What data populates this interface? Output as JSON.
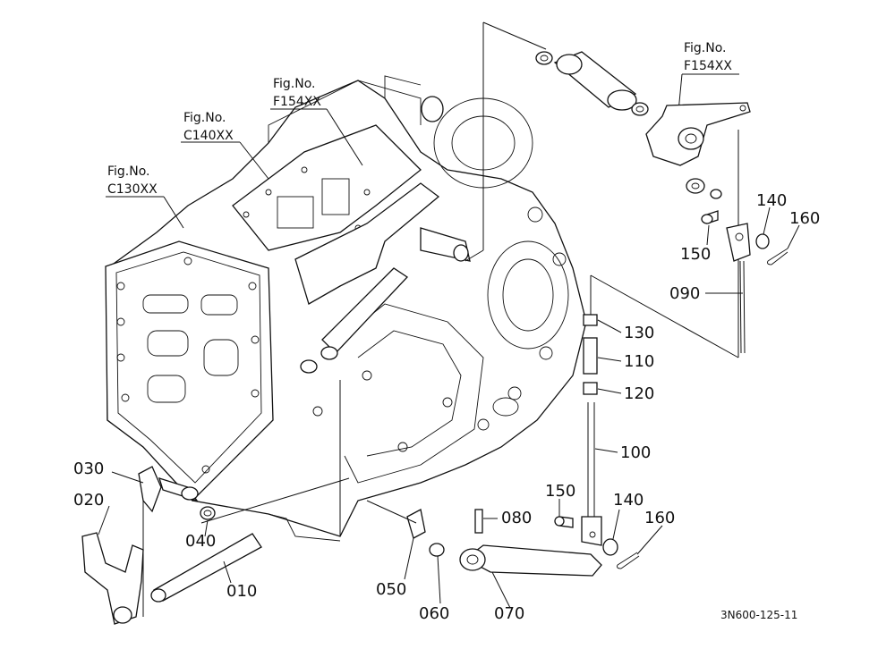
{
  "fig_refs": [
    {
      "line1": "Fig.No.",
      "line2": "C130XX"
    },
    {
      "line1": "Fig.No.",
      "line2": "C140XX"
    },
    {
      "line1": "Fig.No.",
      "line2": "F154XX"
    },
    {
      "line1": "Fig.No.",
      "line2": "F154XX"
    }
  ],
  "part_labels": {
    "p010": "010",
    "p020": "020",
    "p030": "030",
    "p040": "040",
    "p050": "050",
    "p060": "060",
    "p070": "070",
    "p080": "080",
    "p090": "090",
    "p100": "100",
    "p110": "110",
    "p120": "120",
    "p130": "130",
    "p140a": "140",
    "p140b": "140",
    "p150a": "150",
    "p150b": "150",
    "p160a": "160",
    "p160b": "160"
  },
  "diagram_code": "3N600-125-11"
}
